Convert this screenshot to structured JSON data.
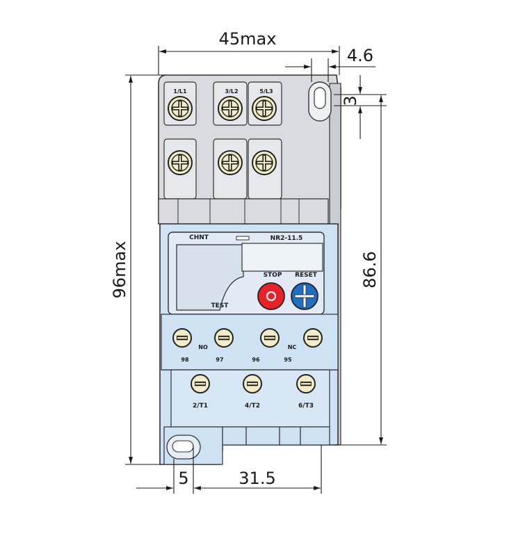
{
  "dimensions": {
    "width_max": "45max",
    "height_max": "96max",
    "slot_width": "4.6",
    "slot_height": "3",
    "mount_height": "86.6",
    "edge_offset": "5",
    "mount_spacing": "31.5"
  },
  "device": {
    "brand": "CHNT",
    "model": "NR2-11.5",
    "stop_label": "STOP",
    "reset_label": "RESET",
    "test_label": "TEST",
    "terminals_top": [
      "1/L1",
      "3/L2",
      "5/L3"
    ],
    "terminals_bottom": [
      "2/T1",
      "4/T2",
      "6/T3"
    ],
    "aux_no_label": "NO",
    "aux_nc_label": "NC",
    "aux_numbers": [
      "98",
      "97",
      "96",
      "95"
    ]
  },
  "colors": {
    "body_gray": "#d9dbe0",
    "body_blue": "#cfe2f3",
    "screw_cream": "#f3ecc8",
    "stop_red": "#e8202a",
    "reset_blue": "#1f6fc4"
  }
}
